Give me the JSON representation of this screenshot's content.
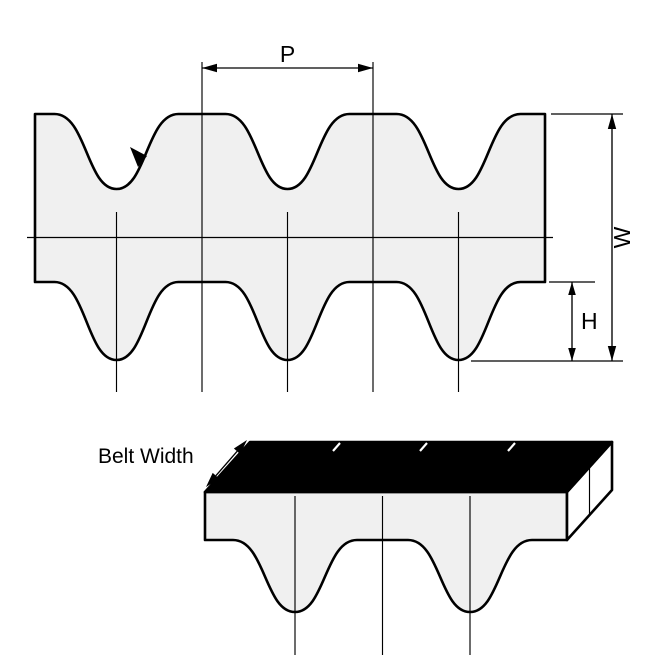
{
  "diagram": {
    "labels": {
      "pitch": "P",
      "thickness": "W",
      "tooth_height": "H",
      "belt_width": "Belt Width"
    },
    "colors": {
      "line": "#000000",
      "belt_fill": "#f0f0f0",
      "top_face": "#000000",
      "end_face": "#ffffff",
      "background": "#ffffff"
    }
  }
}
